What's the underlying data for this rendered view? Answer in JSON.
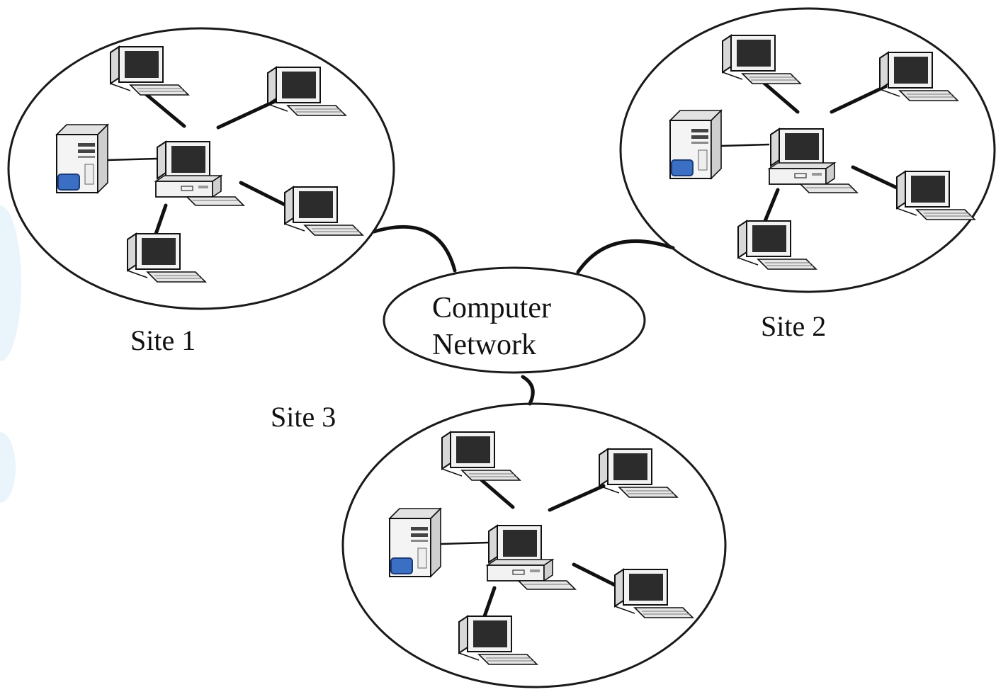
{
  "sites": [
    {
      "id": "site-1",
      "label": "Site 1"
    },
    {
      "id": "site-2",
      "label": "Site 2"
    },
    {
      "id": "site-3",
      "label": "Site 3"
    }
  ],
  "network": {
    "line1": "Computer",
    "line2": "Network"
  },
  "colors": {
    "outline": "#1a1a1a",
    "server_accent": "#3a6fc4",
    "screen": "#2c2c2c",
    "side_glow": "#eaf4fb"
  },
  "icons": {
    "server": "server-tower-icon",
    "workstation": "desktop-computer-icon",
    "hub": "hub-computer-icon"
  }
}
